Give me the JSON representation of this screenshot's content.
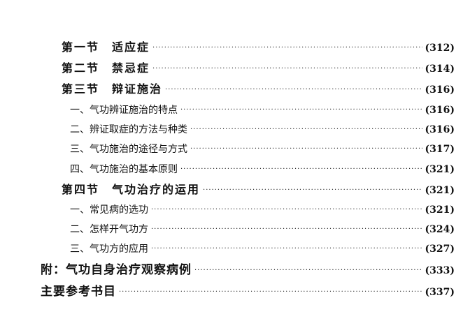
{
  "toc": [
    {
      "label": "第一节　适应症",
      "page": "(312)"
    },
    {
      "label": "第二节　禁忌症",
      "page": "(314)"
    },
    {
      "label": "第三节　辩证施治",
      "page": "(316)"
    },
    {
      "label": "一、气功辨证施治的特点",
      "page": "(316)"
    },
    {
      "label": "二、辨证取症的方法与种类",
      "page": "(316)"
    },
    {
      "label": "三、气功施治的途径与方式",
      "page": "(317)"
    },
    {
      "label": "四、气功施治的基本原则",
      "page": "(321)"
    },
    {
      "label": "第四节　气功治疗的运用",
      "page": "(321)"
    },
    {
      "label": "一、常见病的选功",
      "page": "(321)"
    },
    {
      "label": "二、怎样开气功方",
      "page": "(324)"
    },
    {
      "label": "三、气功方的应用",
      "page": "(327)"
    },
    {
      "label": "附：气功自身治疗观察病例",
      "page": "(333)"
    },
    {
      "label": "主要参考书目",
      "page": "(337)"
    }
  ]
}
